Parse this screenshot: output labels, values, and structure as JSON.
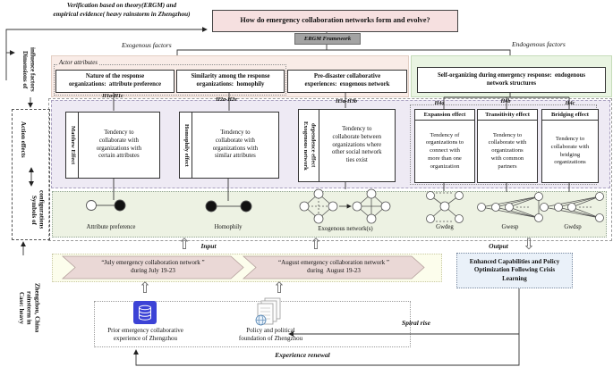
{
  "top": {
    "verification_note": "Verification based on theory(ERGM) and\nempirical evidence( heavy rainstorm in Zhengzhou)",
    "research_question": "How do emergency collaboration networks form and evolve?",
    "framework_badge": "ERGM Framework",
    "exogenous_label": "Exogenous factors",
    "endogenous_label": "Endogenous factors"
  },
  "sidebar": {
    "dimensions": "Dimensions of\ninfluence factors",
    "action_effects": "Action effects",
    "symbols_of_configurations": "Symbols of\nconfigurations",
    "case_label": "Case: heavy\nrainstorm in\nZhengzhou, China"
  },
  "exogenous_panel": {
    "actor_attributes_label": "Actor attributes",
    "boxes": [
      {
        "title": "Nature of the response\norganizations:  attribute preference"
      },
      {
        "title": "Similarity among the response\norganizations:  homophily"
      },
      {
        "title": "Pre-disaster collaborative\nexperiences:  exogenous network"
      }
    ]
  },
  "endogenous_panel": {
    "box_title": "Self-organizing during emergency response:  endogenous\nnetwork structures"
  },
  "effects": {
    "hypothesis_labels": [
      "H1a-H1c",
      "H2a-H2e",
      "H3a-H3b",
      "H4a",
      "H4b",
      "H4c"
    ],
    "left_boxes": [
      {
        "side_label": "Matthew Effect",
        "text": "Tendency to\ncollaborate with\norganizations with\ncertain attributes"
      },
      {
        "side_label": "Homophily effect",
        "text": "Tendency to\ncollaborate with\norganizations with\nsimilar attributes"
      },
      {
        "side_label": "Exogenous network\ndependence effect",
        "text": "Tendency to\ncollaborate between\norganizations where\nother social network\nties exist"
      }
    ],
    "right_boxes": [
      {
        "header": "Expansion effect",
        "text": "Tendency of\norganizations to\nconnect with\nmore than one\norganization"
      },
      {
        "header": "Transitivity effect",
        "text": "Tendency to\ncollaborate with\norganizations\nwith common\npartners"
      },
      {
        "header": "Bridging effect",
        "text": "Tendency to\ncollaborate with\nbridging\norganizations"
      }
    ]
  },
  "symbols": {
    "labels": [
      "Attribute preference",
      "Homophily",
      "Exogenous network(s)",
      "Gwdeg",
      "Gwesp",
      "Gwdsp"
    ]
  },
  "io": {
    "input_label": "Input",
    "output_label": "Output",
    "chevrons": [
      {
        "text": "“July emergency collaboration network ”\nduring July 19-23"
      },
      {
        "text": "“August emergency collaboration network ”\nduring  August 19-23"
      }
    ],
    "output_box": "Enhanced Capabilities and Policy\nOptimization Following Crisis\nLearning"
  },
  "foundation": {
    "items": [
      {
        "icon": "database-icon",
        "label": "Prior emergency collaborative\nexperience of Zhengzhou"
      },
      {
        "icon": "documents-icon",
        "label": "Policy and political\nfoundation of Zhengzhou"
      }
    ],
    "spiral_rise": "Spiral rise",
    "experience_renewal": "Experience renewal"
  },
  "colors": {
    "question_box": "#f6e0e0",
    "framework_badge": "#a3a3a3",
    "exogenous_panel": "#f9ece7",
    "endogenous_panel": "#e9f4e2",
    "effects_band": "#eeeaf4",
    "configurations_band": "#edf2e3",
    "input_band": "#fcfdec",
    "chevron": "#ead8d6",
    "output_box": "#eaf1f9",
    "database_icon": "#3c43d6"
  }
}
